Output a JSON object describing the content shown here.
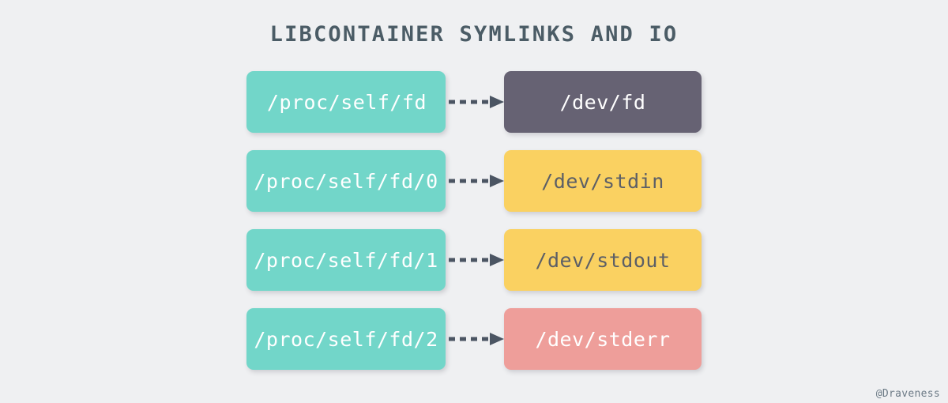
{
  "title": "LIBCONTAINER SYMLINKS AND IO",
  "watermark": "@Draveness",
  "colors": {
    "background": "#eff0f2",
    "title_text": "#4b5c66",
    "source_box": "#72d6c9",
    "target_dark": "#666273",
    "target_yellow": "#fad161",
    "target_salmon": "#ee9e9a",
    "arrow": "#4b5563",
    "light_text": "#ffffff",
    "dark_text": "#5c5f66"
  },
  "rows": [
    {
      "source": "/proc/self/fd",
      "target": "/dev/fd",
      "arrow": "dashed-arrow-right"
    },
    {
      "source": "/proc/self/fd/0",
      "target": "/dev/stdin",
      "arrow": "dashed-arrow-right"
    },
    {
      "source": "/proc/self/fd/1",
      "target": "/dev/stdout",
      "arrow": "dashed-arrow-right"
    },
    {
      "source": "/proc/self/fd/2",
      "target": "/dev/stderr",
      "arrow": "dashed-arrow-right"
    }
  ]
}
